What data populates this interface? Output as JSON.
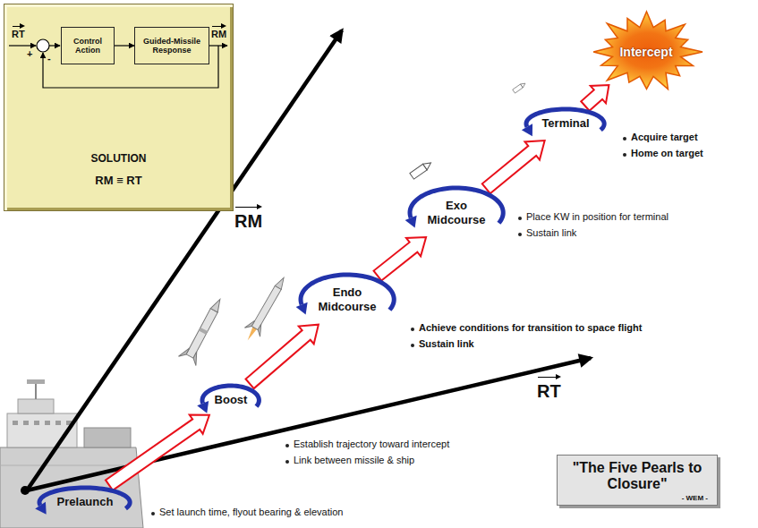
{
  "diagram": {
    "nodes": [
      {
        "text": [
          "SOLUTION",
          "RM ≡ RT"
        ]
      },
      {
        "text": [
          "Control Action"
        ],
        "in": 0
      },
      {
        "text": [
          "Guided-Missile Response"
        ],
        "in": 0
      },
      {
        "text": [
          "Prelaunch"
        ]
      },
      {
        "text": [
          "Boost"
        ]
      },
      {
        "text": [
          "Endo Midcourse"
        ]
      },
      {
        "text": [
          "Exo Midcourse"
        ]
      },
      {
        "text": [
          "Terminal"
        ]
      },
      {
        "text": [
          "Intercept"
        ]
      },
      {
        "text": [
          "\"The Five Pearls to Closure\"",
          "- WEM -"
        ]
      }
    ],
    "edges": [
      {
        "from": 1,
        "to": 2,
        "arrow": "to"
      },
      {
        "from": 3,
        "to": 4,
        "arrow": "to"
      },
      {
        "from": 4,
        "to": 5,
        "arrow": "to"
      },
      {
        "from": 5,
        "to": 6,
        "arrow": "to"
      },
      {
        "from": 6,
        "to": 7,
        "arrow": "to"
      },
      {
        "from": 7,
        "to": 8,
        "arrow": "to"
      }
    ],
    "labels": [
      "RT",
      "+",
      "-",
      "RM",
      "RM",
      "RT",
      "Acquire target",
      "Home on target",
      "Place KW in position for terminal",
      "Sustain link",
      "Achieve conditions for transition to space flight",
      "Sustain link",
      "Establish trajectory toward intercept",
      "Link between missile & ship",
      "Set launch time, flyout bearing & elevation"
    ]
  }
}
